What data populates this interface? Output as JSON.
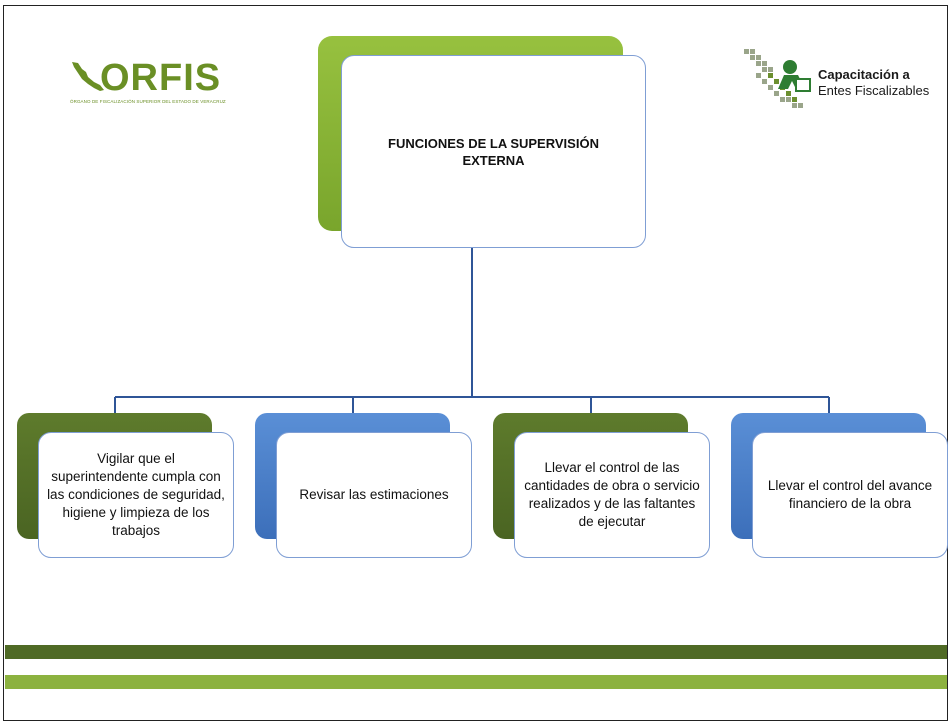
{
  "logos": {
    "orfis": {
      "wordmark": "ORFIS",
      "tagline": "ÓRGANO DE FISCALIZACIÓN SUPERIOR DEL ESTADO DE VERACRUZ"
    },
    "capacitacion": {
      "line1": "Capacitación a",
      "line2": "Entes Fiscalizables"
    }
  },
  "diagram": {
    "root": "FUNCIONES DE LA SUPERVISIÓN EXTERNA",
    "children": [
      "Vigilar que el superintendente cumpla con las condiciones de seguridad, higiene y limpieza de los trabajos",
      "Revisar las estimaciones",
      "Llevar el control de las cantidades de obra o servicio realizados y de las faltantes de ejecutar",
      "Llevar el control del avance financiero de la obra"
    ]
  },
  "colors": {
    "green": "#8cb23f",
    "dark_green": "#4f6a25",
    "blue": "#4a7fc8",
    "connector": "#2f5597"
  }
}
